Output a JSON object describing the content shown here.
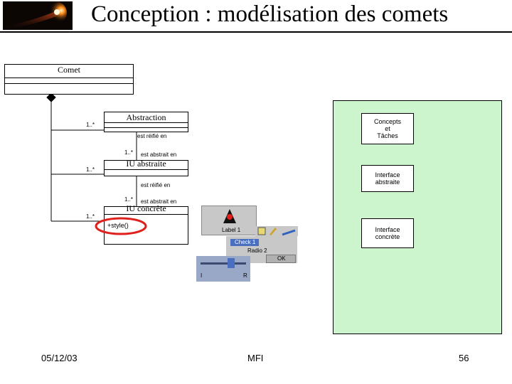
{
  "slide": {
    "title": "Conception : modélisation des comets",
    "footer_date": "05/12/03",
    "footer_center": "MFI",
    "footer_page": "56"
  },
  "uml": {
    "comet_label": "Comet",
    "abstraction_label": "Abstraction",
    "iu_abstraite_label": "IU abstraite",
    "iu_concrete_label": "IU concrète",
    "iu_concrete_method": "+style()",
    "multiplicity": "1..*",
    "est_reifie_en": "est réifié en",
    "est_abstrait_en": "est abstrait en"
  },
  "green_panel": {
    "concepts_taches": [
      "Concepts",
      "et",
      "Tâches"
    ],
    "interface_abstraite": [
      "Interface",
      "abstraite"
    ],
    "interface_concrete": [
      "Interface",
      "concrète"
    ]
  },
  "widgets": {
    "label1": "Label 1",
    "check1": "Check 1",
    "radio2": "Radio 2",
    "ok": "OK",
    "slider_left": "I",
    "slider_right": "R"
  },
  "colors": {
    "panel_green": "#cdf5cd",
    "highlight_red": "#e0201c",
    "widget_gray": "#c8c8c8"
  }
}
